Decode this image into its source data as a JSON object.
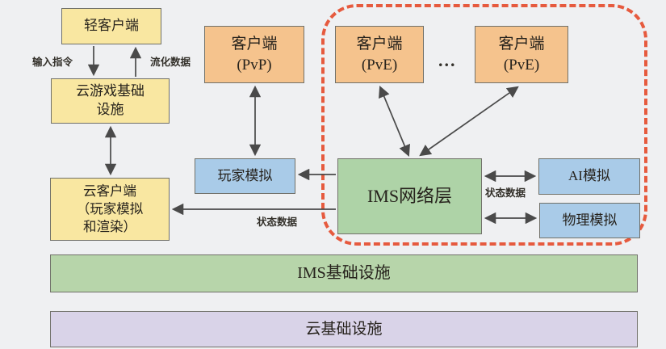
{
  "nodes": {
    "light_client": {
      "label": "轻客户端"
    },
    "cloud_game_infra": {
      "label": "云游戏基础\n设施"
    },
    "cloud_client": {
      "label": "云客户端\n（玩家模拟\n和渲染）"
    },
    "client_pvp": {
      "label": "客户端\n(PvP)"
    },
    "client_pve_1": {
      "label": "客户端\n(PvE)"
    },
    "client_pve_2": {
      "label": "客户端\n(PvE)"
    },
    "player_sim": {
      "label": "玩家模拟"
    },
    "ims_network": {
      "label": "IMS网络层"
    },
    "ai_sim": {
      "label": "AI模拟"
    },
    "physics_sim": {
      "label": "物理模拟"
    },
    "ims_infra": {
      "label": "IMS基础设施"
    },
    "cloud_infra": {
      "label": "云基础设施"
    }
  },
  "edge_labels": {
    "input_command": "输入指令",
    "stream_data": "流化数据",
    "state_data_left": "状态数据",
    "state_data_right": "状态数据"
  },
  "ellipsis": "...",
  "colors": {
    "background": "#eff0f2",
    "yellow_node": "#f9e7a1",
    "orange_node": "#f5c38d",
    "blue_node": "#a9cbe8",
    "green_node": "#aed3a7",
    "green_bar": "#b7d5aa",
    "purple_bar": "#d9d3e8",
    "node_border": "#71716a",
    "arrow": "#4a4a4a",
    "dashed_outline": "#e65a3e"
  }
}
